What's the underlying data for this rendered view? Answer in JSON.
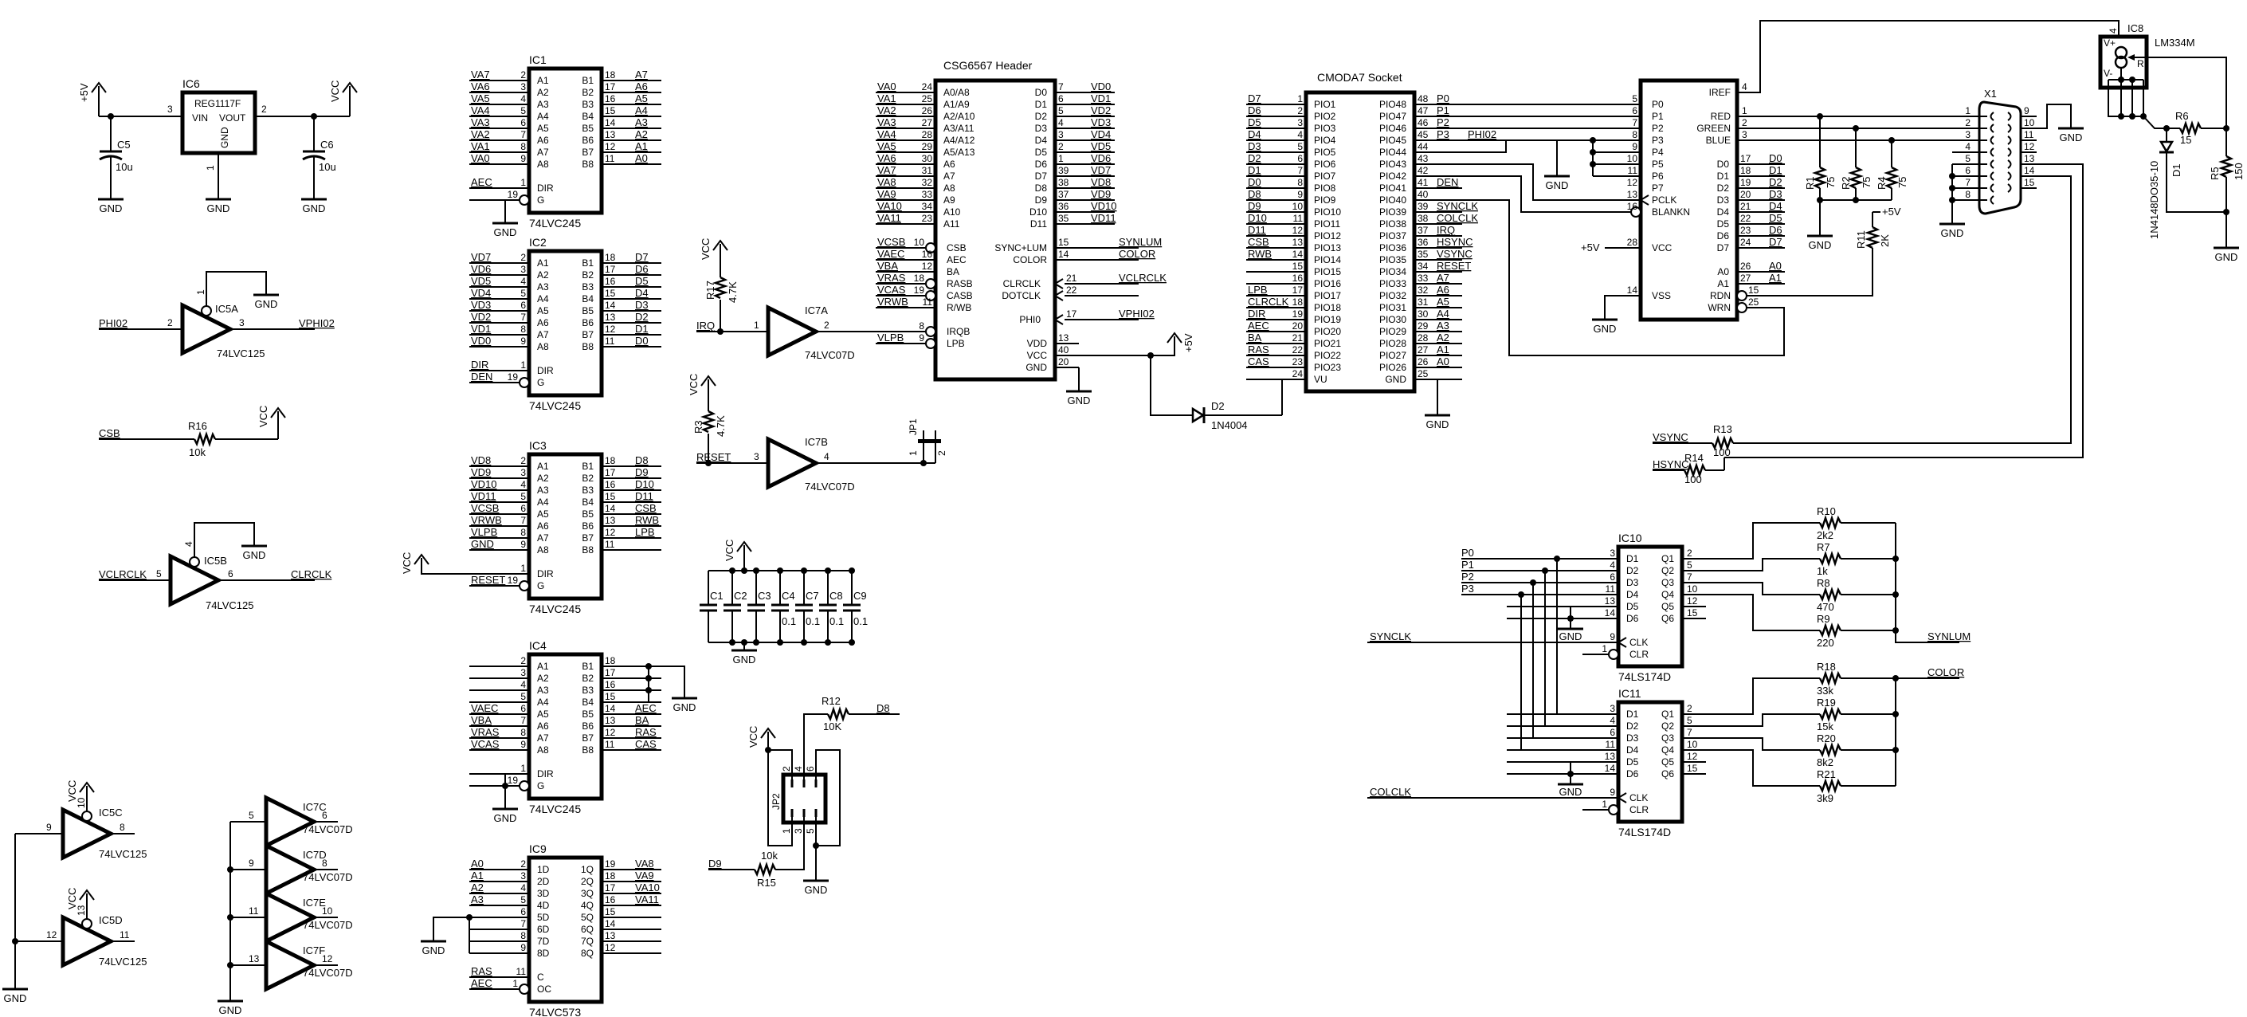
{
  "colors": {
    "ink": "#000000",
    "background": "#ffffff"
  },
  "regulator": {
    "ref": "IC6",
    "part": "REG1117F",
    "pins": {
      "in_name": "VIN",
      "out_name": "VOUT",
      "gnd_name": "GND",
      "in_num": "3",
      "out_num": "2",
      "gnd_num": "1"
    },
    "in_rail": "+5V",
    "out_rail": "VCC",
    "caps": [
      {
        "ref": "C5",
        "value": "10u"
      },
      {
        "ref": "C6",
        "value": "10u"
      }
    ],
    "gnd": "GND"
  },
  "buffers_125": [
    {
      "ref": "IC5A",
      "part": "74LVC125",
      "in_pin": "2",
      "out_pin": "3",
      "oe_pin": "1",
      "in_net": "PHI02",
      "out_net": "VPHI02",
      "oe_net": "GND"
    },
    {
      "ref": "IC5B",
      "part": "74LVC125",
      "in_pin": "5",
      "out_pin": "6",
      "oe_pin": "4",
      "in_net": "VCLRCLK",
      "out_net": "CLRCLK",
      "oe_net": "GND"
    },
    {
      "ref": "IC5C",
      "part": "74LVC125",
      "in_pin": "9",
      "out_pin": "8",
      "oe_pin": "10",
      "oe_net": "VCC"
    },
    {
      "ref": "IC5D",
      "part": "74LVC125",
      "in_pin": "12",
      "out_pin": "11",
      "oe_pin": "13",
      "oe_net": "VCC"
    }
  ],
  "unused_125_gnd": "GND",
  "pullup_r16": {
    "ref": "R16",
    "value": "10k",
    "net": "CSB",
    "rail": "VCC"
  },
  "ic1": {
    "ref": "IC1",
    "part": "74LVC245",
    "left": [
      [
        "VA7",
        "2",
        "A1"
      ],
      [
        "VA6",
        "3",
        "A2"
      ],
      [
        "VA5",
        "4",
        "A3"
      ],
      [
        "VA4",
        "5",
        "A4"
      ],
      [
        "VA3",
        "6",
        "A5"
      ],
      [
        "VA2",
        "7",
        "A6"
      ],
      [
        "VA1",
        "8",
        "A7"
      ],
      [
        "VA0",
        "9",
        "A8"
      ]
    ],
    "right": [
      [
        "A7",
        "18",
        "B1"
      ],
      [
        "A6",
        "17",
        "B2"
      ],
      [
        "A5",
        "16",
        "B3"
      ],
      [
        "A4",
        "15",
        "B4"
      ],
      [
        "A3",
        "14",
        "B5"
      ],
      [
        "A2",
        "13",
        "B6"
      ],
      [
        "A1",
        "12",
        "B7"
      ],
      [
        "A0",
        "11",
        "B8"
      ]
    ],
    "dir": [
      "AEC",
      "1",
      "DIR"
    ],
    "g": [
      "",
      "19",
      "G"
    ],
    "g_net": "GND"
  },
  "ic2": {
    "ref": "IC2",
    "part": "74LVC245",
    "left": [
      [
        "VD7",
        "2",
        "A1"
      ],
      [
        "VD6",
        "3",
        "A2"
      ],
      [
        "VD5",
        "4",
        "A3"
      ],
      [
        "VD4",
        "5",
        "A4"
      ],
      [
        "VD3",
        "6",
        "A5"
      ],
      [
        "VD2",
        "7",
        "A6"
      ],
      [
        "VD1",
        "8",
        "A7"
      ],
      [
        "VD0",
        "9",
        "A8"
      ]
    ],
    "right": [
      [
        "D7",
        "18",
        "B1"
      ],
      [
        "D6",
        "17",
        "B2"
      ],
      [
        "D5",
        "16",
        "B3"
      ],
      [
        "D4",
        "15",
        "B4"
      ],
      [
        "D3",
        "14",
        "B5"
      ],
      [
        "D2",
        "13",
        "B6"
      ],
      [
        "D1",
        "12",
        "B7"
      ],
      [
        "D0",
        "11",
        "B8"
      ]
    ],
    "dir": [
      "DIR",
      "1",
      "DIR"
    ],
    "g": [
      "DEN",
      "19",
      "G"
    ]
  },
  "ic3": {
    "ref": "IC3",
    "part": "74LVC245",
    "left": [
      [
        "VD8",
        "2",
        "A1"
      ],
      [
        "VD9",
        "3",
        "A2"
      ],
      [
        "VD10",
        "4",
        "A3"
      ],
      [
        "VD11",
        "5",
        "A4"
      ],
      [
        "VCSB",
        "6",
        "A5"
      ],
      [
        "VRWB",
        "7",
        "A6"
      ],
      [
        "VLPB",
        "8",
        "A7"
      ],
      [
        "GND",
        "9",
        "A8"
      ]
    ],
    "right": [
      [
        "D8",
        "18",
        "B1"
      ],
      [
        "D9",
        "17",
        "B2"
      ],
      [
        "D10",
        "16",
        "B3"
      ],
      [
        "D11",
        "15",
        "B4"
      ],
      [
        "CSB",
        "14",
        "B5"
      ],
      [
        "RWB",
        "13",
        "B6"
      ],
      [
        "LPB",
        "12",
        "B7"
      ],
      [
        "",
        "11",
        "B8"
      ]
    ],
    "dir": [
      "",
      "1",
      "DIR"
    ],
    "g": [
      "RESET",
      "19",
      "G"
    ],
    "dir_rail": "VCC"
  },
  "ic4": {
    "ref": "IC4",
    "part": "74LVC245",
    "left": [
      [
        "",
        "2",
        "A1"
      ],
      [
        "",
        "3",
        "A2"
      ],
      [
        "",
        "4",
        "A3"
      ],
      [
        "",
        "5",
        "A4"
      ],
      [
        "VAEC",
        "6",
        "A5"
      ],
      [
        "VBA",
        "7",
        "A6"
      ],
      [
        "VRAS",
        "8",
        "A7"
      ],
      [
        "VCAS",
        "9",
        "A8"
      ]
    ],
    "right": [
      [
        "",
        "18",
        "B1"
      ],
      [
        "",
        "17",
        "B2"
      ],
      [
        "",
        "16",
        "B3"
      ],
      [
        "",
        "15",
        "B4"
      ],
      [
        "AEC",
        "14",
        "B5"
      ],
      [
        "BA",
        "13",
        "B6"
      ],
      [
        "RAS",
        "12",
        "B7"
      ],
      [
        "CAS",
        "11",
        "B8"
      ]
    ],
    "dir": [
      "",
      "1",
      "DIR"
    ],
    "g": [
      "",
      "19",
      "G"
    ],
    "g_net": "GND",
    "b_gnd": "GND"
  },
  "ic9": {
    "ref": "IC9",
    "part": "74LVC573",
    "left": [
      [
        "A0",
        "2",
        "1D"
      ],
      [
        "A1",
        "3",
        "2D"
      ],
      [
        "A2",
        "4",
        "3D"
      ],
      [
        "A3",
        "5",
        "4D"
      ],
      [
        "",
        "6",
        "5D"
      ],
      [
        "",
        "7",
        "6D"
      ],
      [
        "",
        "8",
        "7D"
      ],
      [
        "",
        "9",
        "8D"
      ]
    ],
    "right": [
      [
        "VA8",
        "19",
        "1Q"
      ],
      [
        "VA9",
        "18",
        "2Q"
      ],
      [
        "VA10",
        "17",
        "3Q"
      ],
      [
        "VA11",
        "16",
        "4Q"
      ],
      [
        "",
        "15",
        "5Q"
      ],
      [
        "",
        "14",
        "6Q"
      ],
      [
        "",
        "13",
        "7Q"
      ],
      [
        "",
        "12",
        "8Q"
      ]
    ],
    "dir": [
      "RAS",
      "11",
      "C"
    ],
    "g": [
      "AEC",
      "1",
      "OC"
    ],
    "d_gnd": "GND"
  },
  "ic7": {
    "part": "74LVC07D",
    "a": {
      "ref": "IC7A",
      "in_pin": "1",
      "out_pin": "2",
      "in_net": "IRQ",
      "pullup": {
        "ref": "R17",
        "value": "4.7K",
        "rail": "VCC"
      }
    },
    "b": {
      "ref": "IC7B",
      "in_pin": "3",
      "out_pin": "4",
      "in_net": "RESET",
      "pullup": {
        "ref": "R3",
        "value": "4.7K",
        "rail": "VCC"
      }
    },
    "unused": [
      {
        "ref": "IC7C",
        "in_pin": "5",
        "out_pin": "6"
      },
      {
        "ref": "IC7D",
        "in_pin": "9",
        "out_pin": "8"
      },
      {
        "ref": "IC7E",
        "in_pin": "11",
        "out_pin": "10"
      },
      {
        "ref": "IC7F",
        "in_pin": "13",
        "out_pin": "12"
      }
    ],
    "unused_gnd": "GND"
  },
  "jp1": {
    "ref": "JP1",
    "pins": [
      "1",
      "2"
    ]
  },
  "decoupling": {
    "rail": "VCC",
    "gnd": "GND",
    "caps": [
      {
        "ref": "C1",
        "value": ""
      },
      {
        "ref": "C2",
        "value": ""
      },
      {
        "ref": "C3",
        "value": ""
      },
      {
        "ref": "C4",
        "value": "0.1"
      },
      {
        "ref": "C7",
        "value": "0.1"
      },
      {
        "ref": "C8",
        "value": "0.1"
      },
      {
        "ref": "C9",
        "value": "0.1"
      }
    ]
  },
  "jp2": {
    "ref": "JP2",
    "top_pins": [
      "2",
      "4",
      "6"
    ],
    "bottom_pins": [
      "1",
      "3",
      "5"
    ],
    "rail": "VCC",
    "gnd": "GND",
    "r12": {
      "ref": "R12",
      "value": "10K",
      "net": "D8"
    },
    "r15": {
      "ref": "R15",
      "value": "10k",
      "net": "D9"
    }
  },
  "csg6567": {
    "title": "CSG6567    Header",
    "left": [
      [
        "VA0",
        "24",
        "A0/A8"
      ],
      [
        "VA1",
        "25",
        "A1/A9"
      ],
      [
        "VA2",
        "26",
        "A2/A10"
      ],
      [
        "VA3",
        "27",
        "A3/A11"
      ],
      [
        "VA4",
        "28",
        "A4/A12"
      ],
      [
        "VA5",
        "29",
        "A5/A13"
      ],
      [
        "VA6",
        "30",
        "A6"
      ],
      [
        "VA7",
        "31",
        "A7"
      ],
      [
        "VA8",
        "32",
        "A8"
      ],
      [
        "VA9",
        "33",
        "A9"
      ],
      [
        "VA10",
        "34",
        "A10"
      ],
      [
        "VA11",
        "23",
        "A11"
      ]
    ],
    "left2": [
      [
        "VCSB",
        "10",
        "CSB",
        true
      ],
      [
        "VAEC",
        "16",
        "AEC",
        false
      ],
      [
        "VBA",
        "12",
        "BA",
        false
      ],
      [
        "VRAS",
        "18",
        "RASB",
        true
      ],
      [
        "VCAS",
        "19",
        "CASB",
        true
      ],
      [
        "VRWB",
        "11",
        "R/WB",
        false
      ]
    ],
    "left3": [
      [
        "",
        "8",
        "IRQB",
        true
      ],
      [
        "VLPB",
        "9",
        "LPB",
        true
      ]
    ],
    "right": [
      [
        "VD0",
        "7",
        "D0"
      ],
      [
        "VD1",
        "6",
        "D1"
      ],
      [
        "VD2",
        "5",
        "D2"
      ],
      [
        "VD3",
        "4",
        "D3"
      ],
      [
        "VD4",
        "3",
        "D4"
      ],
      [
        "VD5",
        "2",
        "D5"
      ],
      [
        "VD6",
        "1",
        "D6"
      ],
      [
        "VD7",
        "39",
        "D7"
      ],
      [
        "VD8",
        "38",
        "D8"
      ],
      [
        "VD9",
        "37",
        "D9"
      ],
      [
        "VD10",
        "36",
        "D10"
      ],
      [
        "VD11",
        "35",
        "D11"
      ]
    ],
    "right2": [
      [
        "SYNLUM",
        "15",
        "SYNC+LUM",
        false
      ],
      [
        "COLOR",
        "14",
        "COLOR",
        false
      ]
    ],
    "right3": [
      [
        "VCLRCLK",
        "21",
        "CLRCLK",
        true
      ],
      [
        "",
        "22",
        "DOTCLK",
        true
      ]
    ],
    "right4": [
      [
        "VPHI02",
        "17",
        "PHI0",
        true
      ]
    ],
    "right5": [
      [
        "",
        "13",
        "VDD"
      ],
      [
        "",
        "40",
        "VCC"
      ],
      [
        "",
        "20",
        "GND"
      ]
    ],
    "rail": "+5V",
    "gnd": "GND"
  },
  "d2": {
    "ref": "D2",
    "part": "1N4004"
  },
  "cmoda7": {
    "title": "CMODA7    Socket",
    "left": [
      [
        "D7",
        "1",
        "PIO1"
      ],
      [
        "D6",
        "2",
        "PIO2"
      ],
      [
        "D5",
        "3",
        "PIO3"
      ],
      [
        "D4",
        "4",
        "PIO4"
      ],
      [
        "D3",
        "5",
        "PIO5"
      ],
      [
        "D2",
        "6",
        "PIO6"
      ],
      [
        "D1",
        "7",
        "PIO7"
      ],
      [
        "D0",
        "8",
        "PIO8"
      ],
      [
        "D8",
        "9",
        "PIO9"
      ],
      [
        "D9",
        "10",
        "PIO10"
      ],
      [
        "D10",
        "11",
        "PIO11"
      ],
      [
        "D11",
        "12",
        "PIO12"
      ],
      [
        "CSB",
        "13",
        "PIO13"
      ],
      [
        "RWB",
        "14",
        "PIO14"
      ],
      [
        "",
        "15",
        "PIO15"
      ],
      [
        "",
        "16",
        "PIO16"
      ],
      [
        "LPB",
        "17",
        "PIO17"
      ],
      [
        "CLRCLK",
        "18",
        "PIO18"
      ],
      [
        "DIR",
        "19",
        "PIO19"
      ],
      [
        "AEC",
        "20",
        "PIO20"
      ],
      [
        "BA",
        "21",
        "PIO21"
      ],
      [
        "RAS",
        "22",
        "PIO22"
      ],
      [
        "CAS",
        "23",
        "PIO23"
      ],
      [
        "",
        "24",
        "VU"
      ]
    ],
    "right": [
      [
        "P0",
        "48",
        "PIO48"
      ],
      [
        "P1",
        "47",
        "PIO47"
      ],
      [
        "P2",
        "46",
        "PIO46"
      ],
      [
        "P3",
        "45",
        "PIO45"
      ],
      [
        "",
        "44",
        "PIO44"
      ],
      [
        "",
        "43",
        "PIO43"
      ],
      [
        "",
        "42",
        "PIO42"
      ],
      [
        "DEN",
        "41",
        "PIO41"
      ],
      [
        "",
        "40",
        "PIO40"
      ],
      [
        "SYNCLK",
        "39",
        "PIO39"
      ],
      [
        "COLCLK",
        "38",
        "PIO38"
      ],
      [
        "IRQ",
        "37",
        "PIO37"
      ],
      [
        "HSYNC",
        "36",
        "PIO36"
      ],
      [
        "VSYNC",
        "35",
        "PIO35"
      ],
      [
        "RESET",
        "34",
        "PIO34"
      ],
      [
        "A7",
        "33",
        "PIO33"
      ],
      [
        "A6",
        "32",
        "PIO32"
      ],
      [
        "A5",
        "31",
        "PIO31"
      ],
      [
        "A4",
        "30",
        "PIO30"
      ],
      [
        "A3",
        "29",
        "PIO29"
      ],
      [
        "A2",
        "28",
        "PIO28"
      ],
      [
        "A1",
        "27",
        "PIO27"
      ],
      [
        "A0",
        "26",
        "PIO26"
      ],
      [
        "",
        "25",
        "GND"
      ]
    ],
    "phi02_label": "PHI02",
    "gnd": "GND"
  },
  "ramdac": {
    "left": [
      [
        "5",
        "P0"
      ],
      [
        "6",
        "P1"
      ],
      [
        "7",
        "P2"
      ],
      [
        "8",
        "P3"
      ],
      [
        "9",
        "P4"
      ],
      [
        "10",
        "P5"
      ],
      [
        "11",
        "P6"
      ],
      [
        "12",
        "P7"
      ],
      [
        "13",
        "PCLK"
      ],
      [
        "16",
        "BLANKN"
      ]
    ],
    "vcc": [
      "28",
      "VCC"
    ],
    "vss": [
      "14",
      "VSS"
    ],
    "vcc_rail": "+5V",
    "gnd": "GND",
    "right_top": [
      [
        "4",
        "IREF"
      ],
      [
        "1",
        "RED"
      ],
      [
        "2",
        "GREEN"
      ],
      [
        "3",
        "BLUE"
      ]
    ],
    "right": [
      [
        "D0",
        "17",
        "D0"
      ],
      [
        "D1",
        "18",
        "D1"
      ],
      [
        "D2",
        "19",
        "D2"
      ],
      [
        "D3",
        "20",
        "D3"
      ],
      [
        "D4",
        "21",
        "D4"
      ],
      [
        "D5",
        "22",
        "D5"
      ],
      [
        "D6",
        "23",
        "D6"
      ],
      [
        "D7",
        "24",
        "D7"
      ]
    ],
    "right2": [
      [
        "A0",
        "26",
        "A0"
      ],
      [
        "A1",
        "27",
        "A1"
      ],
      [
        "",
        "15",
        "RDN"
      ],
      [
        "",
        "25",
        "WRN"
      ]
    ]
  },
  "termination": [
    {
      "ref": "R1",
      "value": "75"
    },
    {
      "ref": "R2",
      "value": "75"
    },
    {
      "ref": "R4",
      "value": "75"
    }
  ],
  "termination_gnd": "GND",
  "r11": {
    "ref": "R11",
    "value": "2K",
    "rail": "+5V"
  },
  "vga": {
    "ref": "X1",
    "left_pins": [
      "1",
      "2",
      "3",
      "4",
      "5",
      "6",
      "7",
      "8"
    ],
    "right_pins": [
      "9",
      "10",
      "11",
      "12",
      "13",
      "14",
      "15"
    ],
    "gnd": "GND",
    "gnd2": "GND"
  },
  "iref": {
    "ic8": {
      "ref": "IC8",
      "part": "LM334M",
      "vplus": "V+",
      "vminus": "V-",
      "r": "R",
      "pin": "4"
    },
    "r6": {
      "ref": "R6",
      "value": "15"
    },
    "r5": {
      "ref": "R5",
      "value": "150"
    },
    "d1": {
      "ref": "D1",
      "part": "1N4148DO35-10"
    },
    "gnd": "GND"
  },
  "sync": [
    {
      "net": "VSYNC",
      "ref": "R13",
      "value": "100"
    },
    {
      "net": "HSYNC",
      "ref": "R14",
      "value": "100"
    }
  ],
  "ic10": {
    "ref": "IC10",
    "part": "74LS174D",
    "left": [
      [
        "P0",
        "3",
        "D1"
      ],
      [
        "P1",
        "4",
        "D2"
      ],
      [
        "P2",
        "6",
        "D3"
      ],
      [
        "P3",
        "11",
        "D4"
      ],
      [
        "",
        "13",
        "D5"
      ],
      [
        "",
        "14",
        "D6"
      ]
    ],
    "clk": [
      "SYNCLK",
      "9",
      "CLK"
    ],
    "clr": [
      "",
      "1",
      "CLR"
    ],
    "right": [
      [
        "2",
        "Q1"
      ],
      [
        "5",
        "Q2"
      ],
      [
        "7",
        "Q3"
      ],
      [
        "10",
        "Q4"
      ],
      [
        "12",
        "Q5"
      ],
      [
        "15",
        "Q6"
      ]
    ],
    "gnd": "GND"
  },
  "ic11": {
    "ref": "IC11",
    "part": "74LS174D",
    "left": [
      [
        "",
        "3",
        "D1"
      ],
      [
        "",
        "4",
        "D2"
      ],
      [
        "",
        "6",
        "D3"
      ],
      [
        "",
        "11",
        "D4"
      ],
      [
        "",
        "13",
        "D5"
      ],
      [
        "",
        "14",
        "D6"
      ]
    ],
    "clk": [
      "COLCLK",
      "9",
      "CLK"
    ],
    "clr": [
      "",
      "1",
      "CLR"
    ],
    "right": [
      [
        "2",
        "Q1"
      ],
      [
        "5",
        "Q2"
      ],
      [
        "7",
        "Q3"
      ],
      [
        "10",
        "Q4"
      ],
      [
        "12",
        "Q5"
      ],
      [
        "15",
        "Q6"
      ]
    ],
    "gnd": "GND"
  },
  "lum_dac": {
    "out": "SYNLUM",
    "res": [
      {
        "ref": "R10",
        "value": "2k2"
      },
      {
        "ref": "R7",
        "value": "1k"
      },
      {
        "ref": "R8",
        "value": "470"
      },
      {
        "ref": "R9",
        "value": "220"
      }
    ]
  },
  "color_dac": {
    "out": "COLOR",
    "res": [
      {
        "ref": "R18",
        "value": "33k"
      },
      {
        "ref": "R19",
        "value": "15k"
      },
      {
        "ref": "R20",
        "value": "8k2"
      },
      {
        "ref": "R21",
        "value": "3k9"
      }
    ]
  }
}
